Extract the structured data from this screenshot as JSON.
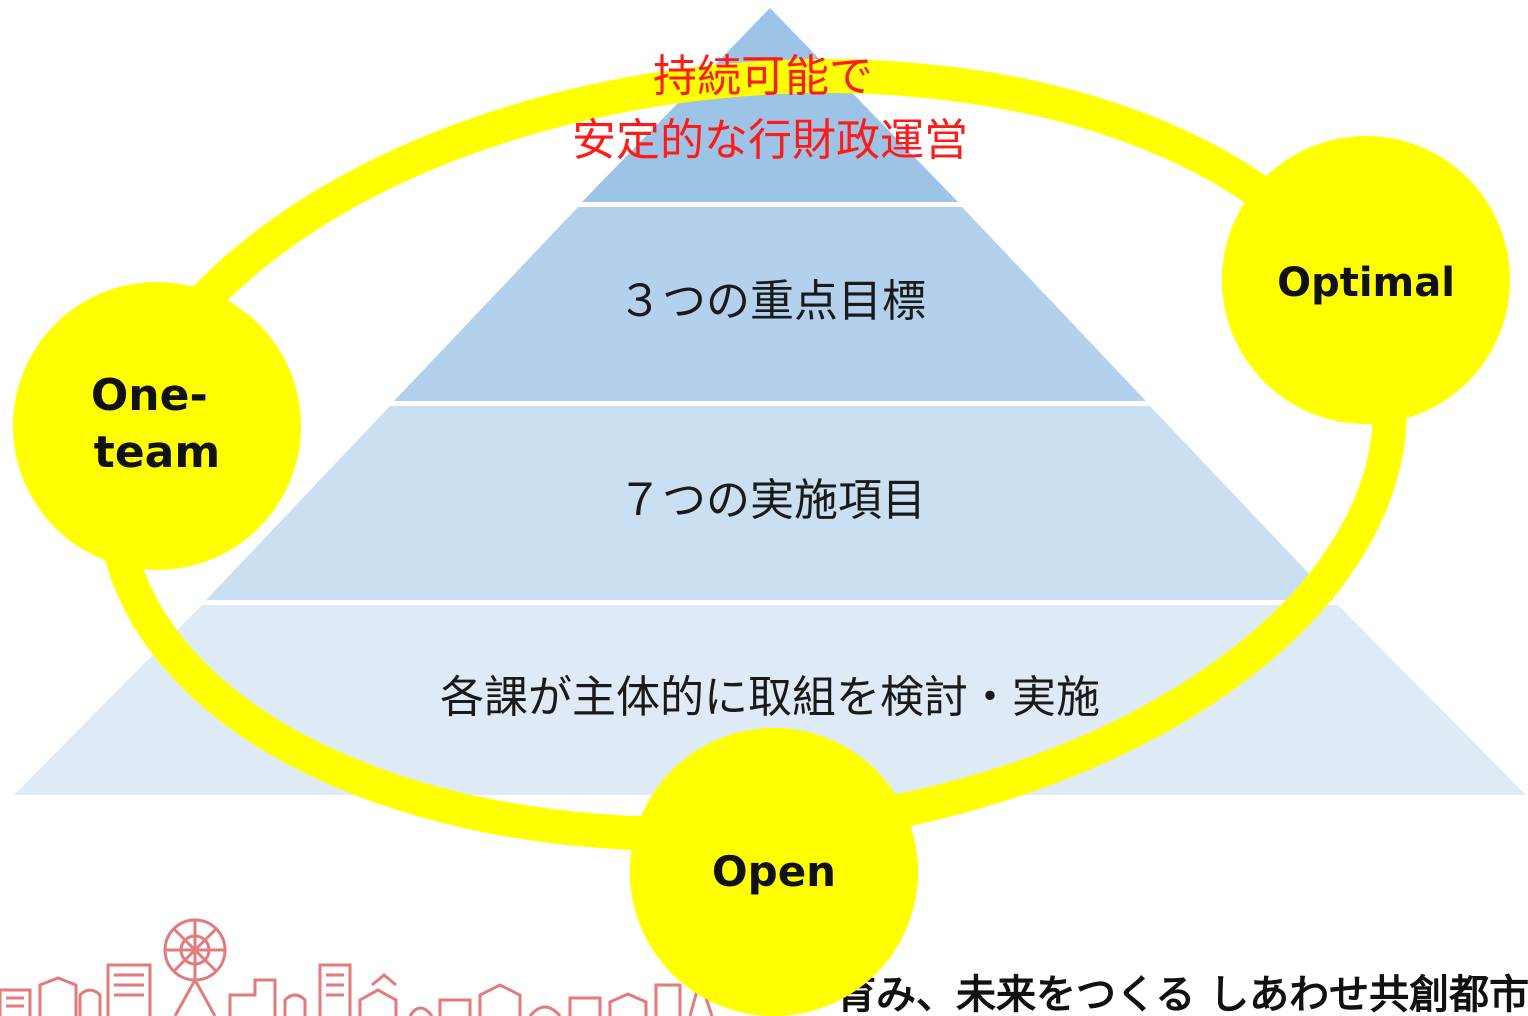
{
  "pyramid": {
    "apex_label_lines": [
      "持続可能で",
      "安定的な行財政運営"
    ],
    "tier2_label": "３つの重点目標",
    "tier3_label": "７つの実施項目",
    "tier4_label": "各課が主体的に取組を検討・実施"
  },
  "cycle": {
    "nodes": [
      {
        "label_lines": [
          "Optimal"
        ]
      },
      {
        "label_lines": [
          "One-",
          "team"
        ]
      },
      {
        "label_lines": [
          "Open"
        ]
      }
    ]
  },
  "footer": {
    "slogan": "育み、未来をつくる しあわせ共創都市"
  },
  "colors": {
    "ring": "#ffff00",
    "tier1": "#9dc3e6",
    "tier2": "#b3d1ec",
    "tier3": "#cadff2",
    "tier4": "#deebf7",
    "goal_text": "#ff1a1a",
    "skyline": "#e27b7b"
  }
}
